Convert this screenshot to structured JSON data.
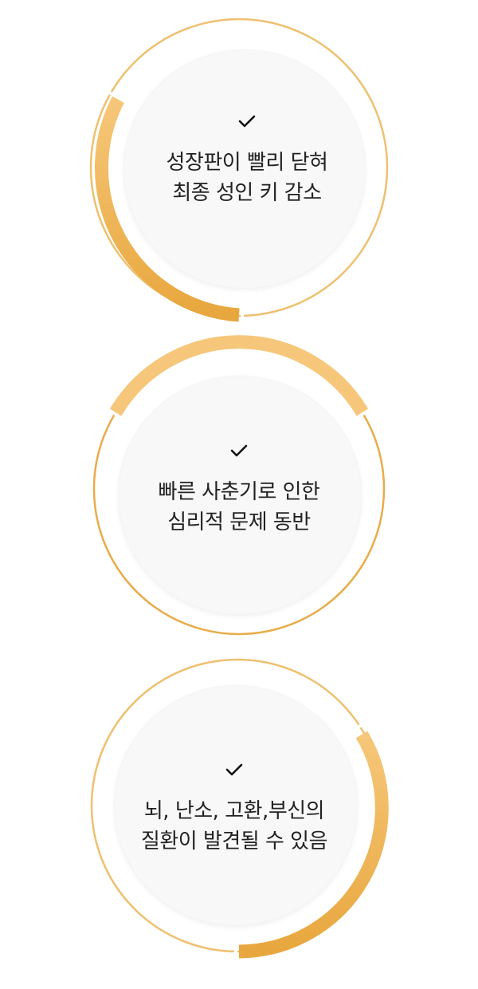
{
  "colors": {
    "ring_thin": "#eec070",
    "ring_thick_light": "#f6c77a",
    "ring_thick_dark": "#e8a73e",
    "disc": "#f8f8f8",
    "text": "#222222",
    "check": "#111111"
  },
  "cards": [
    {
      "check_icon": "checkmark-icon",
      "lines": [
        "성장판이 빨리 닫혀",
        "최종 성인 키 감소"
      ]
    },
    {
      "check_icon": "checkmark-icon",
      "lines": [
        "빠른 사춘기로 인한",
        "심리적 문제 동반"
      ]
    },
    {
      "check_icon": "checkmark-icon",
      "lines": [
        "뇌, 난소, 고환,부신의",
        "질환이 발견될 수 있음"
      ]
    }
  ]
}
